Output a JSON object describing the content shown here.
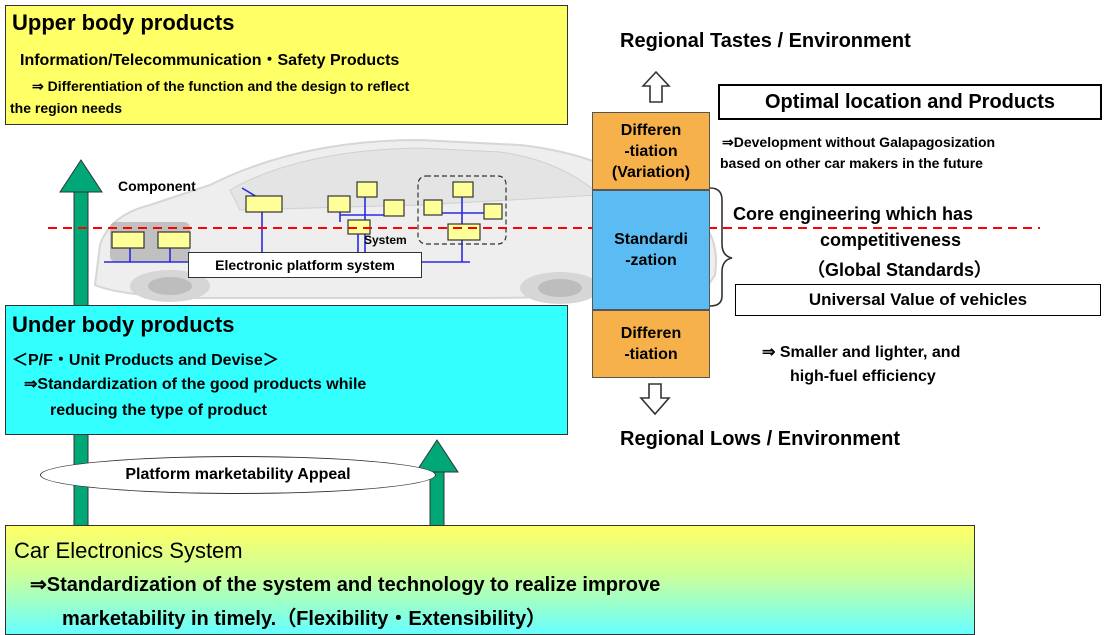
{
  "upper": {
    "title": "Upper body products",
    "subtitle": "Information/Telecommunication・Safety Products",
    "line1": "⇒  Differentiation of the function and the design to reflect",
    "line2": "the region needs"
  },
  "under": {
    "title": "Under body products",
    "subtitle": "＜P/F・Unit Products and Devise＞",
    "line1": "⇒Standardization of the good products while",
    "line2": "reducing the type of product"
  },
  "platform_appeal": "Platform marketability Appeal",
  "car_electronics": {
    "title": "Car Electronics System",
    "line1": "⇒Standardization of the system and technology to realize improve",
    "line2": "marketability in timely.（Flexibility・Extensibility）"
  },
  "car_diagram": {
    "component_label": "Component",
    "system_label": "System",
    "platform_label": "Electronic platform system"
  },
  "right": {
    "top_heading": "Regional Tastes / Environment",
    "bottom_heading": "Regional Lows / Environment",
    "differentiation_variation": "Differen\n-tiation\n(Variation)",
    "standardization": "Standardi\n-zation",
    "differentiation": "Differen\n-tiation",
    "optimal": "Optimal location and Products",
    "development1": "⇒Development without Galapagosization",
    "development2": "based on other car makers in the future",
    "core1": "Core engineering which has",
    "core2": "competitiveness",
    "core3": "（Global Standards）",
    "universal": "Universal Value of vehicles",
    "smaller1": "⇒  Smaller and lighter, and",
    "smaller2": "high-fuel efficiency"
  },
  "colors": {
    "upper_bg": "#ffff66",
    "under_bg": "#33ffff",
    "arrow_green": "#00a878",
    "differentiation": "#f7b14a",
    "standardization": "#5bbcf4",
    "component_box": "#ffff99",
    "dashed_line": "#ff0000"
  }
}
